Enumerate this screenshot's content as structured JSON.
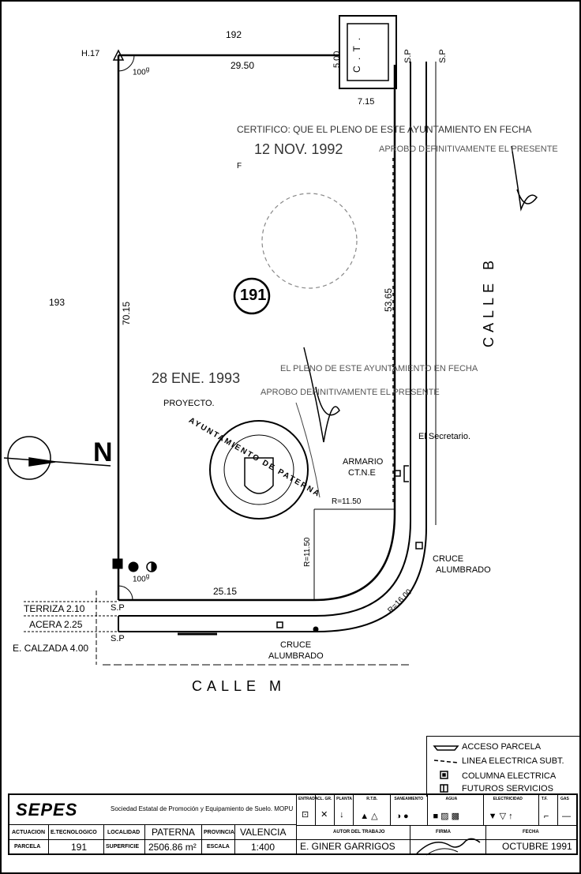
{
  "plan": {
    "lot_number": "191",
    "neighbor_left": "193",
    "neighbor_top": "192",
    "corner_h17": "H.17",
    "angle_top": "100",
    "angle_top_sup": "g",
    "angle_bottom": "100",
    "angle_bottom_sup": "g",
    "dim_top": "29.50",
    "dim_left": "70.15",
    "dim_right": "53.65",
    "dim_bottom": "25.15",
    "dim_ct_height": "5.00",
    "dim_ct_width": "7.15",
    "ct_label": "C . T .",
    "sp_top_1": "S.P",
    "sp_top_2": "S.P",
    "sp_terraza": "S.P",
    "sp_calzada": "S.P",
    "radius_h": "R=11.50",
    "radius_v": "R=11.50",
    "radius_outer": "R=16.00",
    "armario": "ARMARIO",
    "armario_sub": "CT.N.E",
    "cruce_1": "CRUCE",
    "cruce_1b": "ALUMBRADO",
    "cruce_2": "CRUCE",
    "cruce_2b": "ALUMBRADO",
    "terraza": "TERRIZA 2.10",
    "acera": "ACERA 2.25",
    "calzada": "E. CALZADA 4.00",
    "calle_m": "CALLE  M",
    "calle_b": "CALLE  B",
    "north": "N"
  },
  "stamps": {
    "cert_line1": "CERTIFICO: QUE EL PLENO DE ESTE AYUNTAMIENTO EN FECHA",
    "cert_date": "12 NOV. 1992",
    "cert_line2": "APROBO DEFINITIVAMENTE EL PRESENTE",
    "cert_f": "F",
    "date2": "28 ENE. 1993",
    "line3": "EL PLENO DE ESTE AYUNTAMIENTO EN FECHA",
    "line4": "APROBO DEFINITIVAMENTE EL PRESENTE",
    "proyecto": "PROYECTO.",
    "secretario": "El Secretario.",
    "seal_text": "AYUNTAMIENTO DE PATERNA"
  },
  "legend": {
    "items": [
      "ACCESO PARCELA",
      "LINEA ELECTRICA SUBT.",
      "COLUMNA ELECTRICA",
      "FUTUROS SERVICIOS"
    ]
  },
  "titleblock": {
    "logo": "SEPES",
    "org": "Sociedad Estatal de Promoción y Equipamiento de Suelo. MOPU",
    "actuacion_label": "ACTUACION",
    "etecnologico_label": "E.TECNOLOGICO",
    "localidad_label": "LOCALIDAD",
    "localidad": "PATERNA",
    "provincia_label": "PROVINCIA",
    "provincia": "VALENCIA",
    "parcela_label": "PARCELA",
    "parcela": "191",
    "superficie_label": "SUPERFICIE",
    "superficie": "2506.86 m²",
    "escala_label": "ESCALA",
    "escala": "1:400",
    "autor_label": "AUTOR DEL TRABAJO",
    "autor": "E. GINER GARRIGOS",
    "firma_label": "FIRMA",
    "fecha_label": "FECHA",
    "fecha": "OCTUBRE 1991",
    "svc_headers": [
      "ENTRADA",
      "CL. GR.",
      "PLANTA",
      "R.T.B.",
      "SANEAMIENTO",
      "AGUA",
      "ELECTRICIDAD",
      "T.F.",
      "GAS"
    ]
  }
}
